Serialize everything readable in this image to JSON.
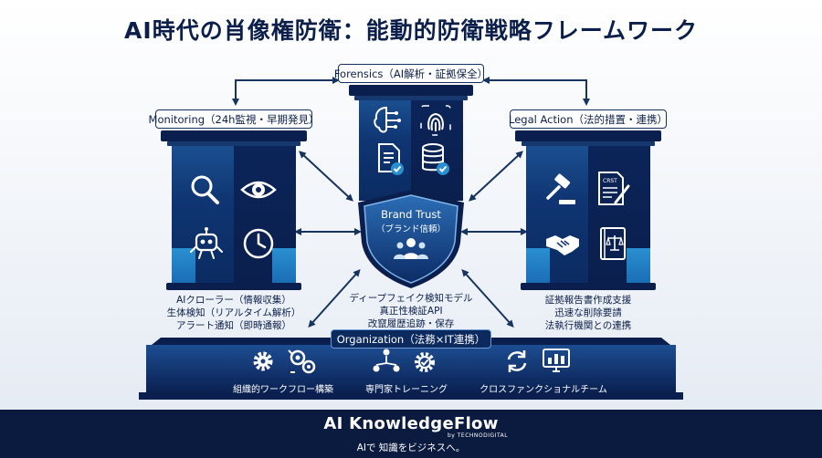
{
  "title": "AI時代の肖像権防衛：能動的防衛戦略フレームワーク",
  "center": {
    "label": "Forensics（AI解析・証拠保全）",
    "description": [
      "ディープフェイク検知モデル",
      "真正性検証API",
      "改竄履歴追跡・保存"
    ],
    "icons": [
      "brain-circuit-icon",
      "fingerprint-icon",
      "document-check-icon",
      "database-check-icon"
    ]
  },
  "left": {
    "label": "Monitoring（24h監視・早期発見）",
    "description": [
      "AIクローラー（情報収集）",
      "生体検知（リアルタイム解析）",
      "アラート通知（即時通報）"
    ],
    "icons": [
      "magnifier-icon",
      "eye-icon",
      "robot-icon",
      "clock-icon"
    ]
  },
  "right": {
    "label": "Legal Action（法的措置・連携）",
    "description": [
      "証拠報告書作成支援",
      "迅速な削除要請",
      "法執行機関との連携"
    ],
    "icons": [
      "gavel-icon",
      "contract-icon",
      "handshake-icon",
      "law-book-icon"
    ],
    "contract_text": "CRST"
  },
  "shield": {
    "title": "Brand Trust",
    "subtitle": "（ブランド信頼）",
    "icon": "people-group-icon"
  },
  "platform": {
    "label": "Organization（法務×IT連携）",
    "items": [
      {
        "label": "組織的ワークフロー構築",
        "icons": [
          "gear-icon",
          "gears-icon"
        ]
      },
      {
        "label": "専門家トレーニング",
        "icons": [
          "team-network-icon",
          "gear-check-icon"
        ]
      },
      {
        "label": "クロスファンクショナルチーム",
        "icons": [
          "sync-icon",
          "monitor-chart-icon"
        ]
      }
    ]
  },
  "footer": {
    "brand": "AI KnowledgeFlow",
    "by": "by TECHNODIGITAL",
    "tagline": "AIで 知識をビジネスへ。"
  },
  "colors": {
    "navy": "#0a1f4d",
    "blue": "#1a4f8f",
    "accent": "#2a8fd0",
    "footer": "#0b1b3f"
  }
}
